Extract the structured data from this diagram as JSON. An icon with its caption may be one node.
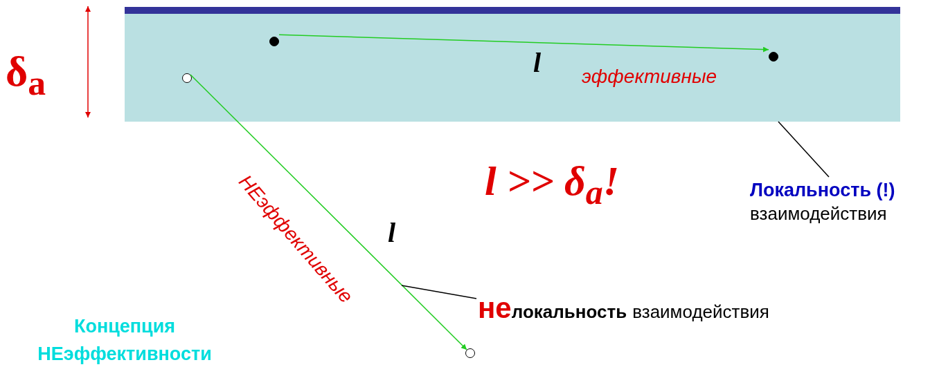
{
  "diagram": {
    "nodes": [
      {
        "text": [],
        "shape": "bar"
      },
      {
        "text": [],
        "shape": "circle",
        "in": 0
      },
      {
        "text": [],
        "shape": "circle",
        "in": 0
      },
      {
        "text": [],
        "shape": "circle",
        "in": 0
      },
      {
        "text": [],
        "shape": "circle"
      },
      {
        "text": [
          "Локальность (!)",
          "взаимодействия"
        ]
      },
      {
        "text": [
          "не",
          "локальность",
          "взаимодействия"
        ]
      }
    ],
    "edges": [
      {
        "from": 1,
        "to": 2,
        "arrow": "to",
        "label": "l",
        "color": "#22cc22"
      },
      {
        "from": 3,
        "to": 4,
        "arrow": "to",
        "label": "l",
        "color": "#22cc22"
      },
      {
        "from": 5,
        "to": 0,
        "arrow": "none",
        "color": "#000000"
      },
      {
        "from": 6,
        "to": null,
        "arrow": "none",
        "color": "#000000"
      }
    ],
    "labels": [
      "δ$_{a}$",
      "эффективные",
      "НЕэффективные",
      "l >> δ$_{a}$!",
      "Концепция НЕэффективности"
    ]
  }
}
